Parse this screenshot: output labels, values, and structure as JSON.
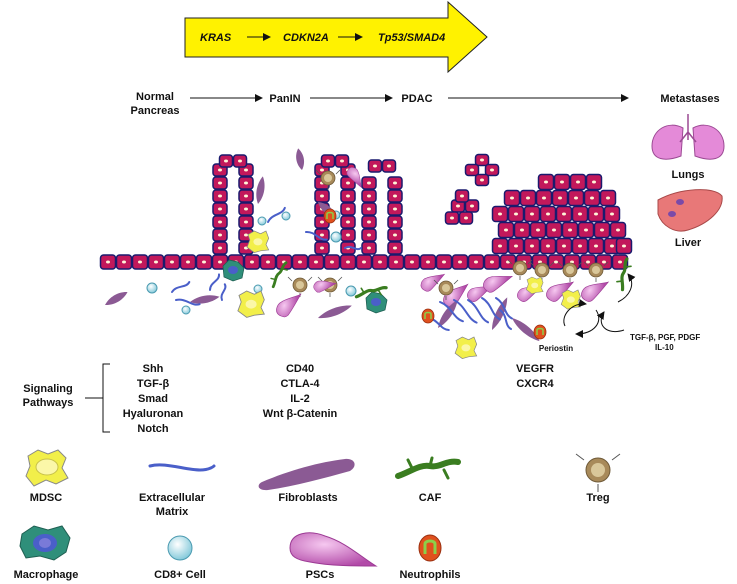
{
  "genes": {
    "kras": "KRAS",
    "cdkn2a": "CDKN2A",
    "tp53": "Tp53/SMAD4",
    "arrow_color": "#fff200"
  },
  "stages": {
    "normal_line1": "Normal",
    "normal_line2": "Pancreas",
    "panin": "PanIN",
    "pdac": "PDAC",
    "metastases": "Metastases"
  },
  "organs": {
    "lungs": "Lungs",
    "liver": "Liver"
  },
  "stroma_labels": {
    "periostin": "Periostin",
    "factors_line1": "TGF-β, PGF, PDGF",
    "factors_line2": "IL-10"
  },
  "signaling": {
    "title_line1": "Signaling",
    "title_line2": "Pathways",
    "normal_group": [
      "Shh",
      "TGF-β",
      "Smad",
      "Hyaluronan",
      "Notch"
    ],
    "panin_group": [
      "CD40",
      "CTLA-4",
      "IL-2",
      "Wnt β-Catenin"
    ],
    "pdac_group": [
      "VEGFR",
      "CXCR4"
    ]
  },
  "legend": {
    "mdsc": "MDSC",
    "ecm_line1": "Extracellular",
    "ecm_line2": "Matrix",
    "fibroblasts": "Fibroblasts",
    "caf": "CAF",
    "treg": "Treg",
    "macrophage": "Macrophage",
    "cd8": "CD8+ Cell",
    "pscs": "PSCs",
    "neutrophils": "Neutrophils"
  },
  "colors": {
    "epithelium": "#c2185b",
    "epithelium_border": "#1a1a6e",
    "mdsc": "#f2ef4a",
    "ecm": "#4a5fc9",
    "fibroblast": "#8b5a94",
    "caf": "#3a7d20",
    "treg": "#a88a5a",
    "macrophage": "#2f8f7a",
    "cd8": "#a8dce6",
    "psc": "#c04fb8",
    "neutrophil": "#e0501e",
    "lungs": "#e48ad8",
    "liver": "#e87878"
  }
}
